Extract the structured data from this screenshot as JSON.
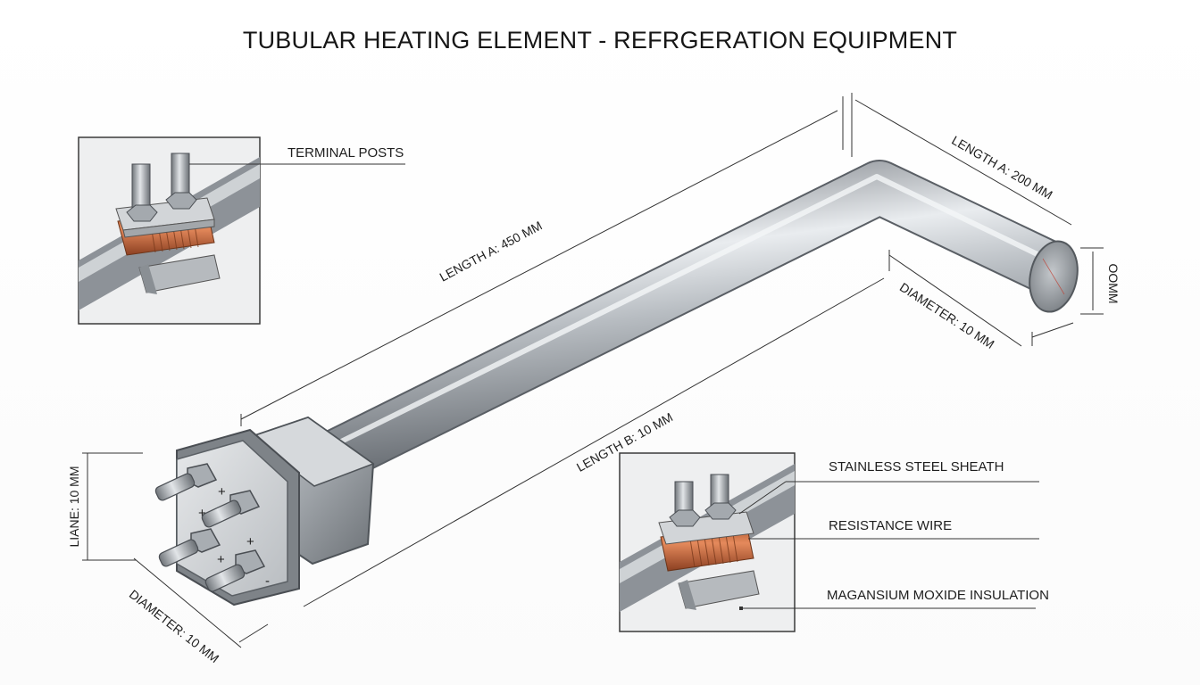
{
  "title": "TUBULAR HEATING ELEMENT - REFRGERATION EQUIPMENT",
  "labels": {
    "terminal_posts": "TERMINAL POSTS",
    "stainless_steel_sheath": "STAINLESS STEEL SHEATH",
    "resistance_wire": "RESISTANCE WIRE",
    "insulation": "MAGANSIUM MOXIDE INSULATION"
  },
  "dimensions": {
    "length_a_long": "LENGTH A: 450 MM",
    "length_a_short": "LENGTH A: 200 MM",
    "diameter_end": "DIAMETER: 10 MM",
    "end_height": "OOMM",
    "length_b": "LENGTH B: 10 MM",
    "liane": "LIANE: 10 MM",
    "diameter_base": "DIAMETER: 10 MM"
  },
  "terminal_marks": [
    "+",
    "+",
    "+",
    "+",
    "-"
  ],
  "colors": {
    "steel": "#9aa0a6",
    "copper": "#c8673a",
    "line": "#333333"
  }
}
